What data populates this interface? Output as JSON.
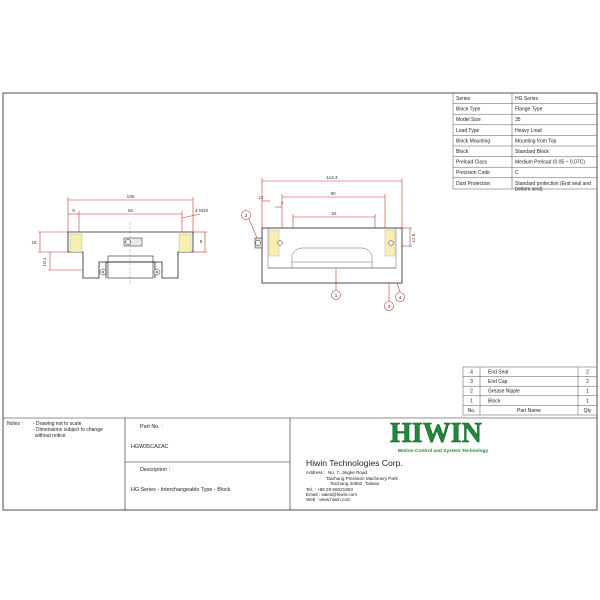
{
  "specs": [
    {
      "label": "Series",
      "value": "HG Series"
    },
    {
      "label": "Block Type",
      "value": "Flange Type"
    },
    {
      "label": "Model Size",
      "value": "35"
    },
    {
      "label": "Load Type",
      "value": "Heavy Load"
    },
    {
      "label": "Block Mounting",
      "value": "Mounting from Top"
    },
    {
      "label": "Block",
      "value": "Standard Block"
    },
    {
      "label": "Preload Class",
      "value": "Medium Preload (0.05 ~ 0.07C)"
    },
    {
      "label": "Precision Code",
      "value": "C"
    },
    {
      "label": "Dust Protection",
      "value": "Standard protection (End seal and",
      "value2": "bottom seal)"
    }
  ],
  "parts": [
    {
      "no": "4",
      "name": "End Seal",
      "qty": "2"
    },
    {
      "no": "3",
      "name": "End Cap",
      "qty": "2"
    },
    {
      "no": "2",
      "name": "Grease Nipple",
      "qty": "1"
    },
    {
      "no": "1",
      "name": "Block",
      "qty": "1"
    }
  ],
  "parts_header": {
    "no": "No.",
    "name": "Part Name",
    "qty": "Qty"
  },
  "notes": {
    "label": "Notes :",
    "line1": "- Drawing not to scale",
    "line2": "- Dimensions subject to change",
    "line3": "without notice"
  },
  "part_no": {
    "label": "Part No. :",
    "value": "HGW35CAZAC"
  },
  "description": {
    "label": "Description :",
    "value": "HG Series - Interchangeable Type - Block"
  },
  "company": {
    "logo": "HIWIN",
    "tagline": "Motion Control and System Technology",
    "name": "Hiwin Technologies Corp.",
    "address_label": "Address :",
    "address1": "No. 7, Jingke Road",
    "address2": "Taichung Precision Machinery Park",
    "address3": "Taichung 40852, Taiwan",
    "tel": "Tel. : +86 20 66021803",
    "email": "Email : sales@hiwin.com",
    "web": "Web : www.hiwin.com"
  },
  "front_view": {
    "dims": {
      "w100": "100",
      "w82": "82",
      "w9": "9",
      "m10": "4-M10",
      "h18": "18",
      "h10": "10.1",
      "h9": "9"
    },
    "balloons": []
  },
  "side_view": {
    "dims": {
      "l112": "112.4",
      "l80": "80",
      "l62": "62",
      "l12": "12",
      "l7": "7",
      "h12": "12.5"
    },
    "balloons": [
      "1",
      "2",
      "3",
      "4"
    ]
  },
  "colors": {
    "line": "#222222",
    "dim": "#c0392b",
    "hiwin_green": "#1f8a3b"
  }
}
